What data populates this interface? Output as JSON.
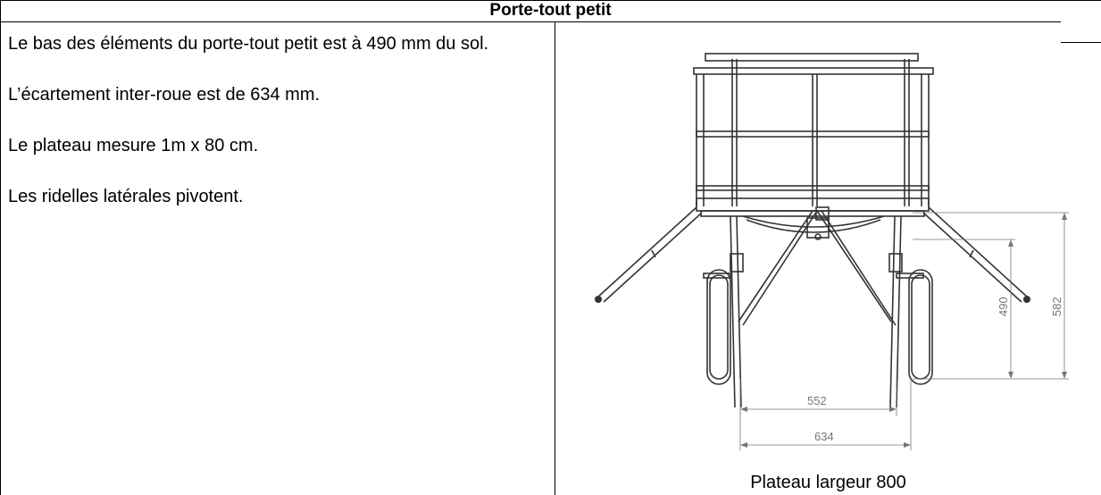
{
  "table": {
    "title": "Porte-tout petit",
    "description": [
      "Le bas des éléments du porte-tout petit est à 490 mm du sol.",
      "L’écartement inter-roue est de 634 mm.",
      "Le plateau mesure 1m x 80 cm.",
      "Les ridelles latérales pivotent."
    ],
    "caption": "Plateau largeur 800"
  },
  "drawing": {
    "dimensions": {
      "height_bottom": "490",
      "height_total": "582",
      "inner_width": "552",
      "outer_width": "634"
    }
  }
}
